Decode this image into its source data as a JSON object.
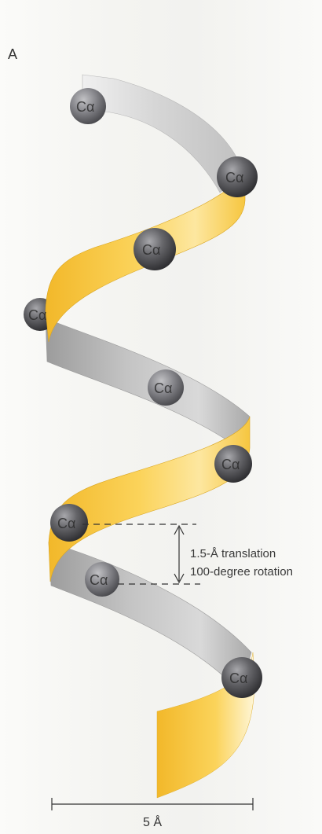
{
  "panel_label": "A",
  "atom_label": "Cα",
  "atoms": [
    {
      "id": "ca-1",
      "label": "Cα"
    },
    {
      "id": "ca-2",
      "label": "Cα"
    },
    {
      "id": "ca-3",
      "label": "Cα"
    },
    {
      "id": "ca-4",
      "label": "Cα"
    },
    {
      "id": "ca-5",
      "label": "Cα"
    },
    {
      "id": "ca-6",
      "label": "Cα"
    },
    {
      "id": "ca-7",
      "label": "Cα"
    },
    {
      "id": "ca-8",
      "label": "Cα"
    },
    {
      "id": "ca-9",
      "label": "Cα"
    }
  ],
  "annotation": {
    "translation": "1.5-Å translation",
    "rotation": "100-degree rotation"
  },
  "scale_bar": {
    "label": "5 Å"
  },
  "colors": {
    "ribbon_front": "#f7c33a",
    "ribbon_front_light": "#fde7a0",
    "ribbon_back": "#b8b8b8",
    "ribbon_back_light": "#e2e2e2",
    "atom": "#4f4f52",
    "atom_highlight": "#a8a8ac",
    "line": "#333333"
  }
}
